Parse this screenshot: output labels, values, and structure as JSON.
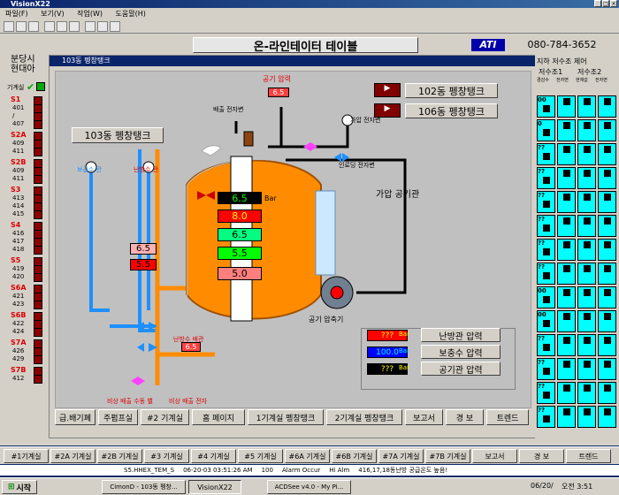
{
  "window": {
    "title": "VisionX22"
  },
  "menu": [
    "파일(F)",
    "보기(V)",
    "작업(W)",
    "도움말(H)"
  ],
  "header": {
    "title": "온-라인테이터 테이블",
    "logo": "ATI",
    "phone": "080-784-3652"
  },
  "left": {
    "top_label1": "분당시",
    "top_label2": "현대아",
    "header_label": "기계실",
    "groups": [
      {
        "name": "S1",
        "rows": [
          "401",
          "/",
          "407"
        ]
      },
      {
        "name": "S2A",
        "rows": [
          "409",
          "411"
        ]
      },
      {
        "name": "S2B",
        "rows": [
          "409",
          "411"
        ]
      },
      {
        "name": "S3",
        "rows": [
          "413",
          "414",
          "415"
        ]
      },
      {
        "name": "S4",
        "rows": [
          "416",
          "417",
          "418"
        ]
      },
      {
        "name": "S5",
        "rows": [
          "419",
          "420"
        ]
      },
      {
        "name": "S6A",
        "rows": [
          "421",
          "423"
        ]
      },
      {
        "name": "S6B",
        "rows": [
          "422",
          "424"
        ]
      },
      {
        "name": "S7A",
        "rows": [
          "426",
          "429"
        ]
      },
      {
        "name": "S7B",
        "rows": [
          "412"
        ]
      }
    ]
  },
  "popup": {
    "title": "103동 펭창탱크"
  },
  "diagram": {
    "btn_103": "103동 펭창탱크",
    "btn_102": "102동 펭창탱크",
    "btn_106": "106동 펭창탱크",
    "air_pressure_label": "공기 압력",
    "air_pressure_value": "6.5",
    "exhaust_valve": "배출 전자변",
    "supply_valve": "가압 전자변",
    "interlock_valve": "인로딩 전자변",
    "supply_air_pipe": "가압 공기관",
    "heating_supply": "난방수 관",
    "boiler_supply": "보급수 관",
    "tank_values": [
      "6.5",
      "8.0",
      "6.5",
      "5.5",
      "5.0"
    ],
    "tank_unit": "Bar",
    "left_values": [
      "6.5",
      "5.5"
    ],
    "heating_exhaust_label": "난방수 배관",
    "heating_exhaust_value": "6.5",
    "drain_label1": "비상 배출 수동 밸",
    "drain_label2": "비상 배출 전자",
    "compressor": "공기 압축기",
    "status": [
      {
        "value": "???",
        "unit": "Bar",
        "label": "난방관 압력",
        "color": "#ff0000"
      },
      {
        "value": "100.0",
        "unit": "Bar",
        "label": "보충수 압력",
        "color": "#0000ff"
      },
      {
        "value": "???",
        "unit": "Bar",
        "label": "공기관 압력",
        "color": "#000000"
      }
    ]
  },
  "bottom_buttons": [
    "급.배기폐",
    "주펌프실",
    "#2 기계실",
    "홈 페이지",
    "1기계실 펭창탱크",
    "2기계실 펭창탱크",
    "보고서",
    "경 보",
    "트렌드"
  ],
  "right": {
    "title": "지하 저수조 제어",
    "sub1": "저수조1",
    "sub2": "저수조2",
    "cols": [
      "경감수",
      "전자변",
      "현재값",
      "전자변"
    ],
    "row_texts": [
      "00",
      "0",
      "??",
      "??",
      "??",
      "??",
      "??",
      "??",
      "00",
      "00",
      "??",
      "??",
      "??",
      "??"
    ]
  },
  "tabs": [
    "#1기계실",
    "#2A 기계실",
    "#2B 기계실",
    "#3 기계실",
    "#4 기계실",
    "#5 기계실",
    "#6A 기계실",
    "#6B 기계실",
    "#7A 기계실",
    "#7B 기계실",
    "보고서",
    "경 보",
    "트렌드"
  ],
  "statusbar": {
    "left": "S5.HHEX_TEM_S",
    "time": "06-20-03 03:51:26 AM",
    "count": "100",
    "alarm": "Alarm Occur",
    "hi": "Hi Alm",
    "msg": "416,17,18동난방 공급온도 높음!"
  },
  "taskbar": {
    "start": "시작",
    "items": [
      "CimonD - 103동 펭창...",
      "VisionX22",
      "ACDSee v4.0 - My Pi..."
    ],
    "clock": "오전 3:51",
    "date": "06/20/"
  }
}
